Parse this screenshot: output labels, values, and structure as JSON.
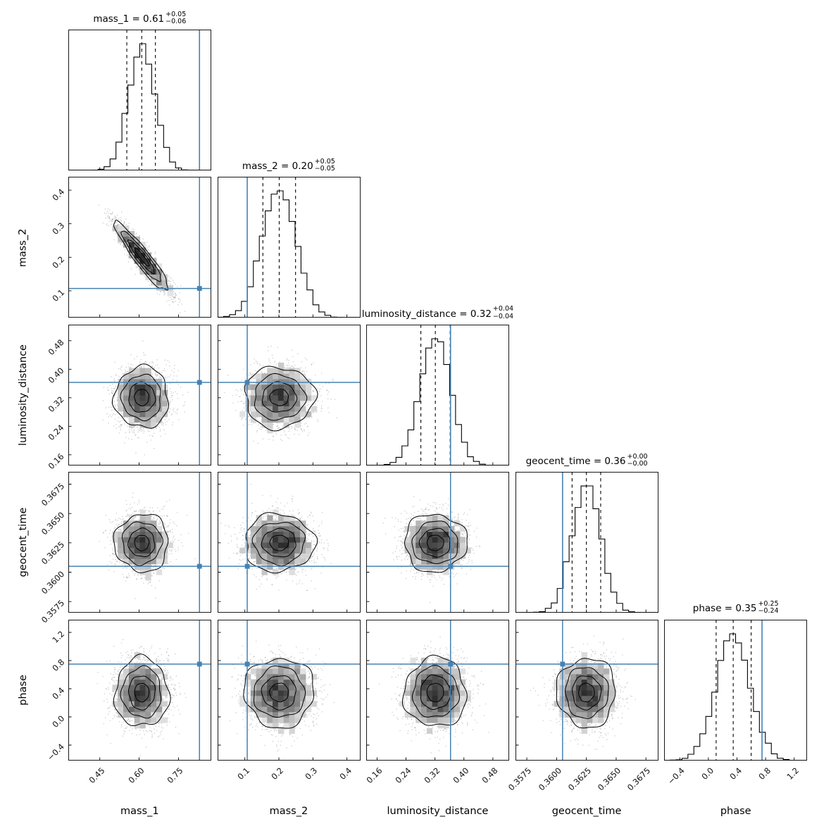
{
  "figure": {
    "background": "#ffffff",
    "frame_color": "#000000",
    "truth_color": "#4682b4",
    "hist_color": "#000000",
    "quantile_line_color": "#000000",
    "n_hist_samples": 12000,
    "n_scatter_samples": 2400,
    "hist_bins": 24,
    "density_bins": 26,
    "contour_levels": [
      2.05,
      1.5,
      1.0,
      0.55
    ],
    "seed": 42
  },
  "chart_data": {
    "type": "scatter",
    "subtype": "corner-posterior-plot",
    "legend_position": "none",
    "grid": "off",
    "parameters": [
      {
        "name": "mass_1",
        "label": "mass_1",
        "title_prefix": "mass_1 = 0.61",
        "title_sup": "+0.05",
        "title_sub": "−0.06",
        "mean": 0.61,
        "sigma": 0.05,
        "truth": 0.83,
        "range": [
          0.33,
          0.875
        ],
        "ticks": [
          0.45,
          0.6,
          0.75
        ],
        "tick_labels": [
          "0.45",
          "0.60",
          "0.75"
        ],
        "quantiles": [
          0.553,
          0.61,
          0.662
        ]
      },
      {
        "name": "mass_2",
        "label": "mass_2",
        "title_prefix": "mass_2 = 0.20",
        "title_sup": "+0.05",
        "title_sub": "−0.05",
        "mean": 0.201,
        "sigma": 0.05,
        "truth": 0.107,
        "range": [
          0.02,
          0.44
        ],
        "ticks": [
          0.1,
          0.2,
          0.3,
          0.4
        ],
        "tick_labels": [
          "0.1",
          "0.2",
          "0.3",
          "0.4"
        ],
        "quantiles": [
          0.153,
          0.201,
          0.249
        ]
      },
      {
        "name": "luminosity_distance",
        "label": "luminosity_distance",
        "title_prefix": "luminosity_distance = 0.32",
        "title_sup": "+0.04",
        "title_sub": "−0.04",
        "mean": 0.321,
        "sigma": 0.042,
        "truth": 0.363,
        "range": [
          0.13,
          0.525
        ],
        "ticks": [
          0.16,
          0.24,
          0.32,
          0.4,
          0.48
        ],
        "tick_labels": [
          "0.16",
          "0.24",
          "0.32",
          "0.40",
          "0.48"
        ],
        "quantiles": [
          0.281,
          0.321,
          0.362
        ]
      },
      {
        "name": "geocent_time",
        "label": "geocent_time",
        "title_prefix": "geocent_time = 0.36",
        "title_sup": "+0.00",
        "title_sub": "−0.00",
        "mean": 0.3625,
        "sigma": 0.0012,
        "truth": 0.3605,
        "range": [
          0.35655,
          0.36855
        ],
        "ticks": [
          0.3575,
          0.36,
          0.3625,
          0.365,
          0.3675
        ],
        "tick_labels": [
          "0.3575",
          "0.3600",
          "0.3625",
          "0.3650",
          "0.3675"
        ],
        "quantiles": [
          0.3613,
          0.3625,
          0.3637
        ]
      },
      {
        "name": "phase",
        "label": "phase",
        "title_prefix": "phase = 0.35",
        "title_sup": "+0.25",
        "title_sub": "−0.24",
        "mean": 0.347,
        "sigma": 0.24,
        "truth": 0.75,
        "range": [
          -0.62,
          1.38
        ],
        "ticks": [
          -0.4,
          0.0,
          0.4,
          0.8,
          1.2
        ],
        "tick_labels": [
          "−0.4",
          "0.0",
          "0.4",
          "0.8",
          "1.2"
        ],
        "quantiles": [
          0.108,
          0.347,
          0.598
        ]
      }
    ],
    "correlations": [
      [
        1.0,
        -0.93,
        0.0,
        0.0,
        0.0
      ],
      [
        -0.93,
        1.0,
        0.0,
        0.0,
        0.0
      ],
      [
        0.0,
        0.0,
        1.0,
        0.0,
        0.0
      ],
      [
        0.0,
        0.0,
        0.0,
        1.0,
        0.0
      ],
      [
        0.0,
        0.0,
        0.0,
        0.0,
        1.0
      ]
    ]
  }
}
